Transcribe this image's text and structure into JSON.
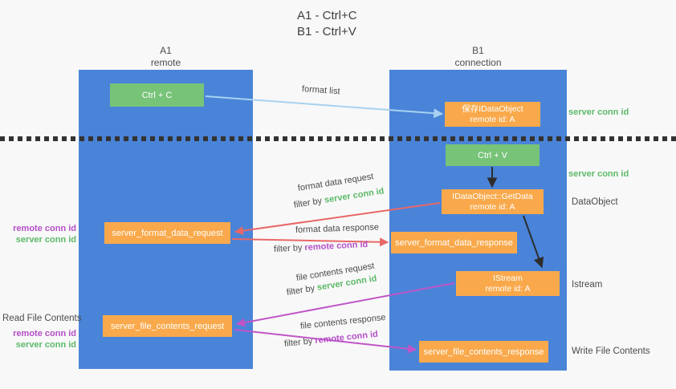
{
  "title": {
    "line1": "A1 - Ctrl+C",
    "line2": "B1 - Ctrl+V"
  },
  "lanes": {
    "left": {
      "name": "A1",
      "role": "remote"
    },
    "right": {
      "name": "B1",
      "role": "connection"
    }
  },
  "nodes": {
    "ctrl_c": {
      "label": "Ctrl + C"
    },
    "save_idataobject": {
      "line1": "保存IDataObject",
      "line2": "remote id: A"
    },
    "ctrl_v": {
      "label": "Ctrl + V"
    },
    "getdata": {
      "line1": "IDataObject::GetData",
      "line2": "remote id: A"
    },
    "format_request": {
      "label": "server_format_data_request"
    },
    "format_response": {
      "label": "server_format_data_response"
    },
    "istream": {
      "line1": "IStream",
      "line2": "remote id: A"
    },
    "file_request": {
      "label": "server_file_contents_request"
    },
    "file_response": {
      "label": "server_file_contents_response"
    }
  },
  "edge_labels": {
    "format_list": "format list",
    "format_data_request": "format data request",
    "format_data_response": "format data response",
    "file_contents_request": "file contents request",
    "file_contents_response": "file contents response",
    "filter_by": "filter by",
    "server_conn_id": "server conn id",
    "remote_conn_id": "remote conn id"
  },
  "left_annotations": {
    "format_remote": "remote conn id",
    "format_server": "server conn id",
    "read_file": "Read File Contents",
    "file_remote": "remote conn id",
    "file_server": "server conn id"
  },
  "right_annotations": {
    "server_conn_top": "server conn id",
    "server_conn_mid": "server conn id",
    "dataobject": "DataObject",
    "istream": "Istream",
    "write_file": "Write File Contents"
  },
  "colors": {
    "background": "#f8f8f8",
    "lane_blue": "#4a84d8",
    "node_green": "#77c378",
    "node_orange": "#f9a94b",
    "arrow_lightblue": "#a8d2f0",
    "arrow_black": "#2d2d2d",
    "arrow_red": "#e86767",
    "arrow_magenta": "#c055c8",
    "text_green": "#5cb968",
    "text_purple": "#b44fc8",
    "dotted_line": "#333333"
  }
}
